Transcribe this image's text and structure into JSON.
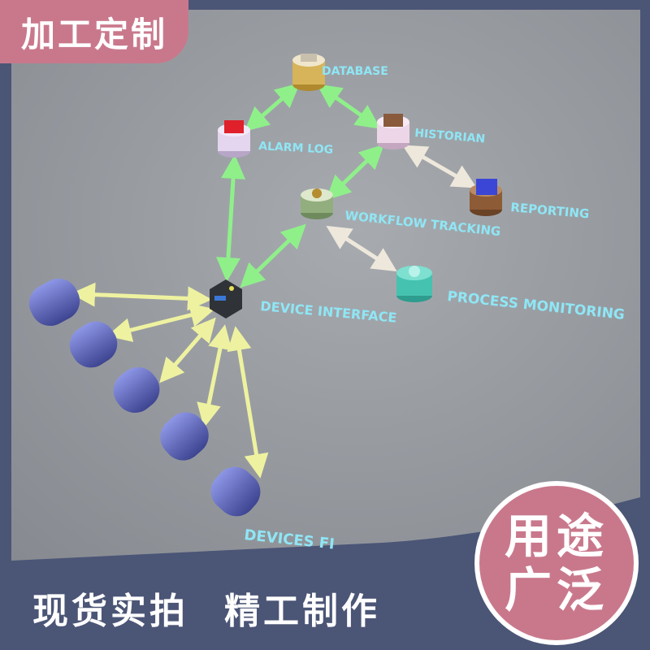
{
  "badge": {
    "text": "加工定制"
  },
  "corner_badge": {
    "line1": "用途",
    "line2": "广泛"
  },
  "bottom_bar": {
    "text1": "现货实拍",
    "text2": "精工制作"
  },
  "diagram": {
    "nodes": {
      "database": "DATABASE",
      "alarm_log": "ALARM LOG",
      "historian": "HISTORIAN",
      "reporting": "REPORTING",
      "workflow_tracking": "WORKFLOW TRACKING",
      "process_monitoring": "PROCESS MONITORING",
      "device_interface": "DEVICE INTERFACE",
      "devices": "DEVICES FI"
    }
  },
  "colors": {
    "background_outer": "#4b5576",
    "diagram_surface": "#9a9ea3",
    "accent_pink": "#c9788c",
    "label_cyan": "#8fe6f5",
    "link_green": "#8ff08a",
    "link_yellow": "#eef2a0",
    "device_blue": "#5f69c9"
  }
}
